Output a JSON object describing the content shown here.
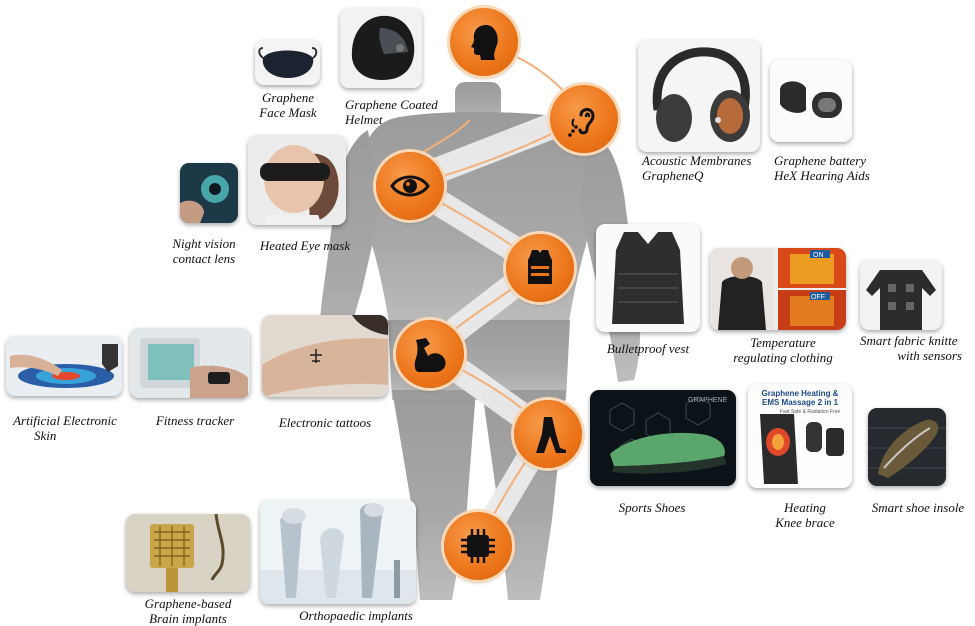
{
  "captions": {
    "face_mask": [
      "Graphene",
      "Face Mask"
    ],
    "helmet": [
      "Graphene Coated",
      "Helmet"
    ],
    "acoustic": [
      "Acoustic Membranes",
      "GrapheneQ"
    ],
    "hearing_aids": [
      "Graphene battery",
      "HeX Hearing Aids"
    ],
    "night_vision": [
      "Night vision",
      "contact lens"
    ],
    "eye_mask": [
      "Heated Eye mask"
    ],
    "vest": [
      "Bulletproof vest"
    ],
    "temp_clothing": [
      "Temperature",
      "regulating clothing"
    ],
    "smart_fabric": [
      "Smart fabric knitte",
      "with sensors"
    ],
    "skin": [
      "Artificial Electronic",
      "Skin"
    ],
    "fitness": [
      "Fitness tracker"
    ],
    "tattoos": [
      "Electronic tattoos"
    ],
    "shoes": [
      "Sports Shoes"
    ],
    "knee": [
      "Heating",
      "Knee brace"
    ],
    "insole": [
      "Smart shoe insole"
    ],
    "brain": [
      "Graphene-based",
      "Brain implants"
    ],
    "ortho": [
      "Orthopaedic implants"
    ]
  },
  "photo_text": {
    "on": "ON",
    "off": "OFF",
    "knee_title": [
      "Graphene Heating &",
      "EMS Massage 2 in 1"
    ],
    "knee_sub": "Fast Safe & Radiation Free",
    "shoe_brand": "GRAPHENE"
  },
  "icons": [
    "head-icon",
    "ear-icon",
    "eye-icon",
    "vest-icon",
    "arm-icon",
    "leg-icon",
    "chip-icon"
  ],
  "colors": {
    "accent": "#ec7418",
    "body": "#a3a3a3",
    "band": "#e9e9e9"
  }
}
